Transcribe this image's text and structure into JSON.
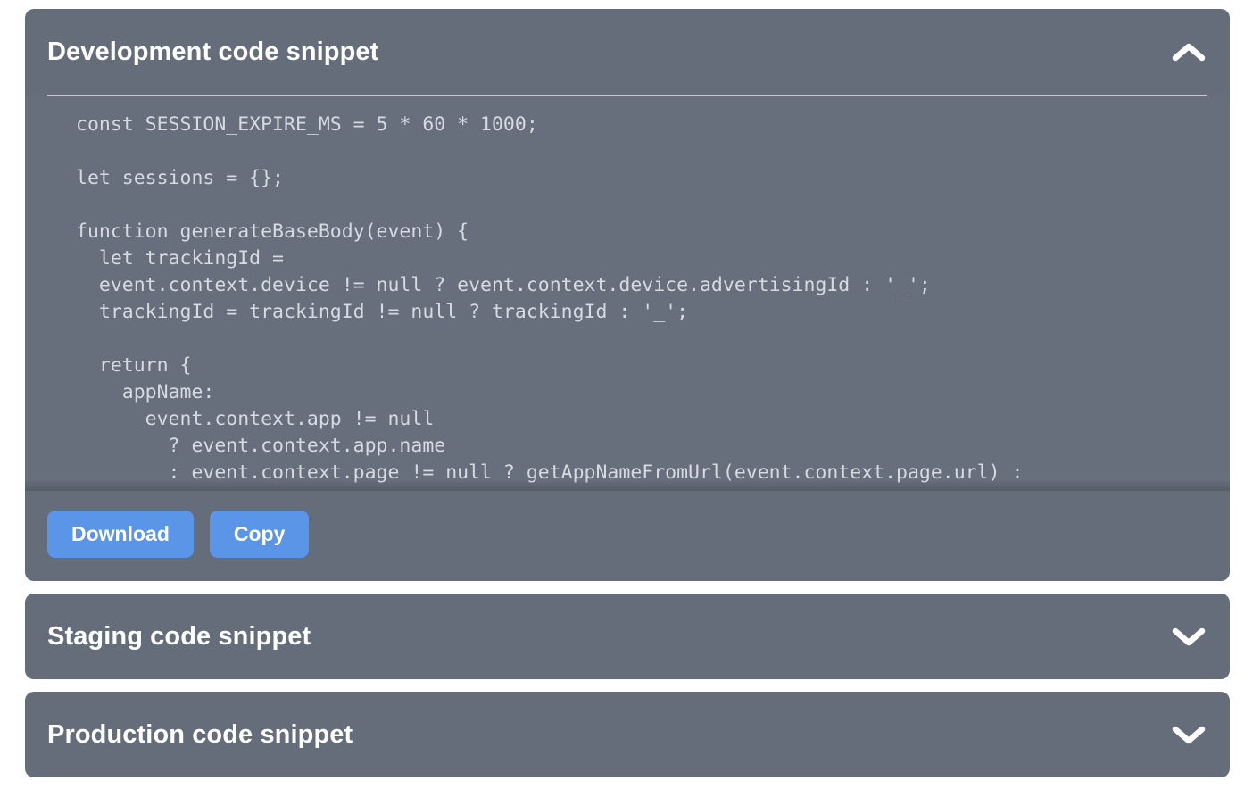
{
  "colors": {
    "page_background": "#ffffff",
    "panel_background": "#656d7a",
    "code_background": "#676f7c",
    "code_text": "#d6dae1",
    "title_text": "#ffffff",
    "divider": "#c5cad2",
    "button_blue": "#5b95e8"
  },
  "panels": [
    {
      "title": "Development code snippet",
      "state": "expanded",
      "toggle_icon": "chevron-up-icon",
      "code": "const SESSION_EXPIRE_MS = 5 * 60 * 1000;\n\nlet sessions = {};\n\nfunction generateBaseBody(event) {\n  let trackingId =\n  event.context.device != null ? event.context.device.advertisingId : '_';\n  trackingId = trackingId != null ? trackingId : '_';\n\n  return {\n    appName:\n      event.context.app != null\n        ? event.context.app.name\n        : event.context.page != null ? getAppNameFromUrl(event.context.page.url) :",
      "buttons": [
        {
          "label": "Download",
          "name": "download-button"
        },
        {
          "label": "Copy",
          "name": "copy-button"
        }
      ]
    },
    {
      "title": "Staging code snippet",
      "state": "collapsed",
      "toggle_icon": "chevron-down-icon"
    },
    {
      "title": "Production code snippet",
      "state": "collapsed",
      "toggle_icon": "chevron-down-icon"
    }
  ]
}
